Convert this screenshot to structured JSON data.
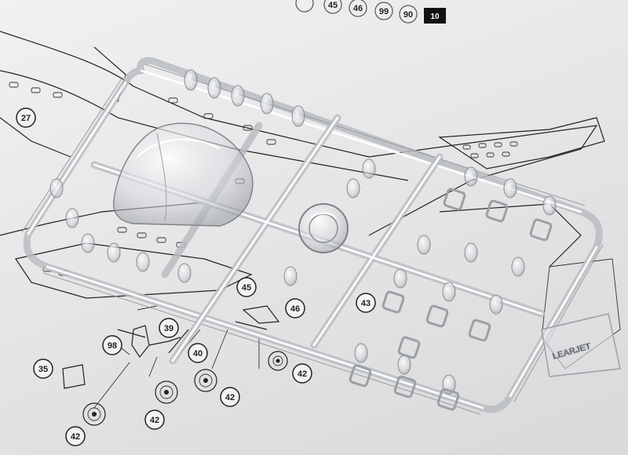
{
  "step_number": "10",
  "header_callouts": [
    "45",
    "46",
    "99",
    "90"
  ],
  "callouts": [
    "27",
    "98",
    "39",
    "35",
    "40",
    "45",
    "46",
    "43",
    "42",
    "42",
    "42",
    "42"
  ],
  "canopy_text": "LEARJET",
  "colors": {
    "paper": "#e6e6e6",
    "ink": "#222222",
    "sprue": "#b9bcc2"
  }
}
